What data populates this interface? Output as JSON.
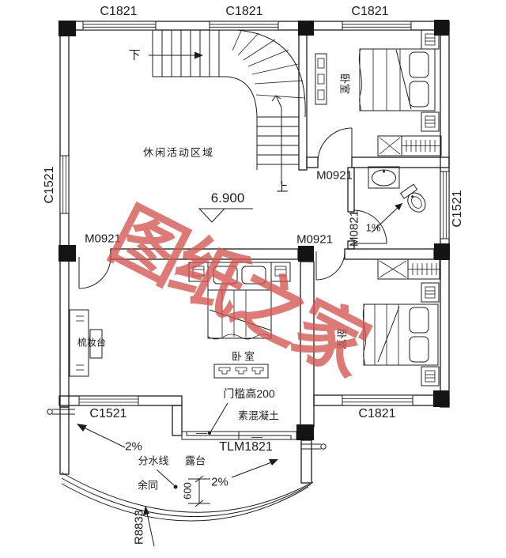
{
  "plan": {
    "windows": {
      "c1821_top_1": "C1821",
      "c1821_top_2": "C1821",
      "c1821_top_3": "C1821",
      "c1521_left": "C1521",
      "c1521_right": "C1521",
      "c1521_bottom": "C1521",
      "c1821_bottom": "C1821"
    },
    "doors": {
      "m0921_upper": "M0921",
      "m0921_left": "M0921",
      "m0921_middle": "M0921",
      "m0821_bath": "M0821",
      "tlm1821_terrace": "TLM1821"
    },
    "rooms": {
      "leisure_area": "休闲活动区域",
      "bedroom_top_right": "卧室",
      "bedroom_mid_right": "卧室",
      "bedroom_bottom": "卧室",
      "terrace": "露台",
      "dressing_table": "梳妆台"
    },
    "annotations": {
      "stair_down": "下",
      "stair_up": "上",
      "elevation": "6.900",
      "slope_bath": "1%",
      "slope_left": "2%",
      "slope_right": "2%",
      "water_divide_line": "分水线",
      "rest_same": "余同",
      "dim_600": "600",
      "radius": "R8833",
      "threshold_height": "门槛高200",
      "plain_concrete": "素混凝土"
    },
    "watermark": "图纸之家",
    "colors": {
      "line": "#1c1c1c",
      "watermark_red": "#d3544e"
    }
  }
}
